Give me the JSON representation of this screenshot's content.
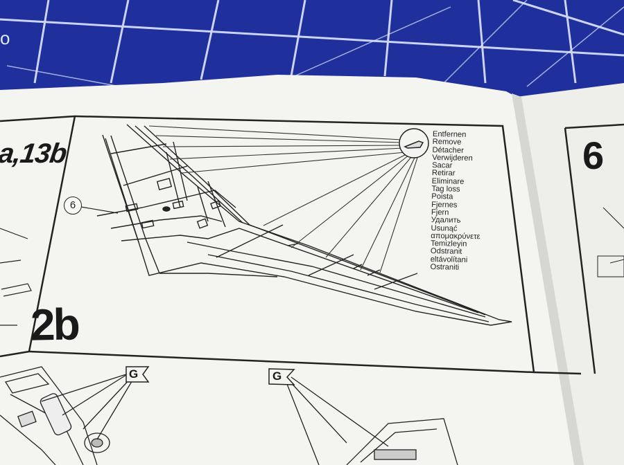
{
  "steps": {
    "left": "a,13b",
    "main": "2b",
    "right": "6"
  },
  "callout_part": "6",
  "remove_label": [
    "Entfernen",
    "Remove",
    "Détacher",
    "Verwijderen",
    "Sacar",
    "Retirar",
    "Eliminare",
    "Tag loss",
    "Poista",
    "Fjernes",
    "Fjern",
    "Удалить",
    "Usunąć",
    "απομακρύνετε",
    "Temizleyin",
    "Odstranit",
    "eltávolítani",
    "Ostraniti"
  ],
  "part_tags": [
    "G",
    "G"
  ],
  "colors": {
    "mat_blue": "#1f2f9c",
    "grid_line": "#dfe6ff",
    "paper": "#f4f4f1",
    "ink": "#1a1a1a"
  }
}
